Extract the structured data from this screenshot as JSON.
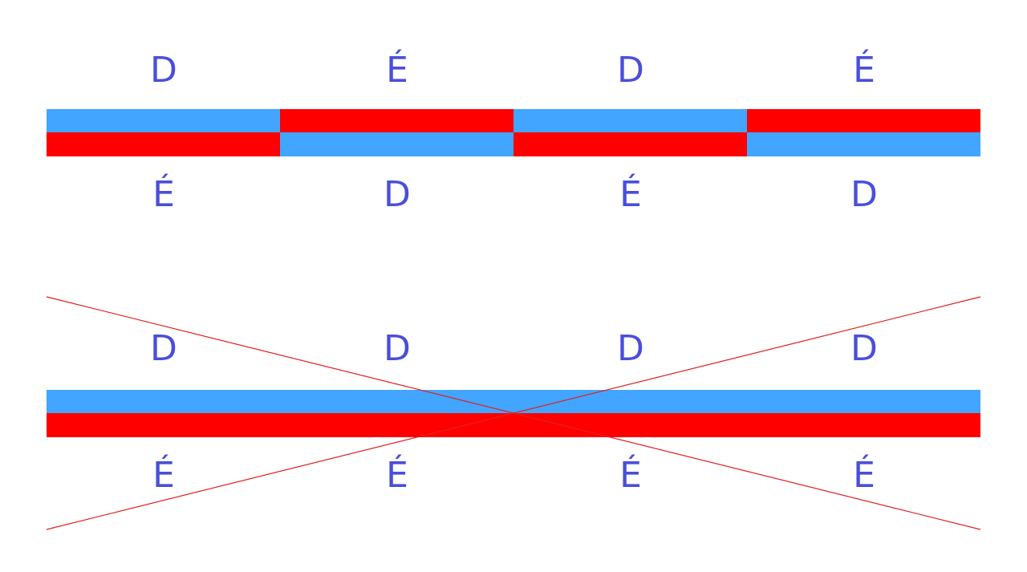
{
  "colors": {
    "blue": "#42a5ff",
    "red": "#ff0000",
    "letter": "#4a4fd8",
    "cross_line": "#e02020",
    "background": "#ffffff"
  },
  "panel_top": {
    "letters_above": [
      "D",
      "É",
      "D",
      "É"
    ],
    "letters_below": [
      "É",
      "D",
      "É",
      "D"
    ],
    "upper_strip": [
      "blue",
      "red",
      "blue",
      "red"
    ],
    "lower_strip": [
      "red",
      "blue",
      "red",
      "blue"
    ]
  },
  "panel_bottom": {
    "letters_above": [
      "D",
      "D",
      "D",
      "D"
    ],
    "letters_below": [
      "É",
      "É",
      "É",
      "É"
    ],
    "upper_strip": [
      "blue",
      "blue",
      "blue",
      "blue"
    ],
    "lower_strip": [
      "red",
      "red",
      "red",
      "red"
    ],
    "crossed_out": true
  }
}
